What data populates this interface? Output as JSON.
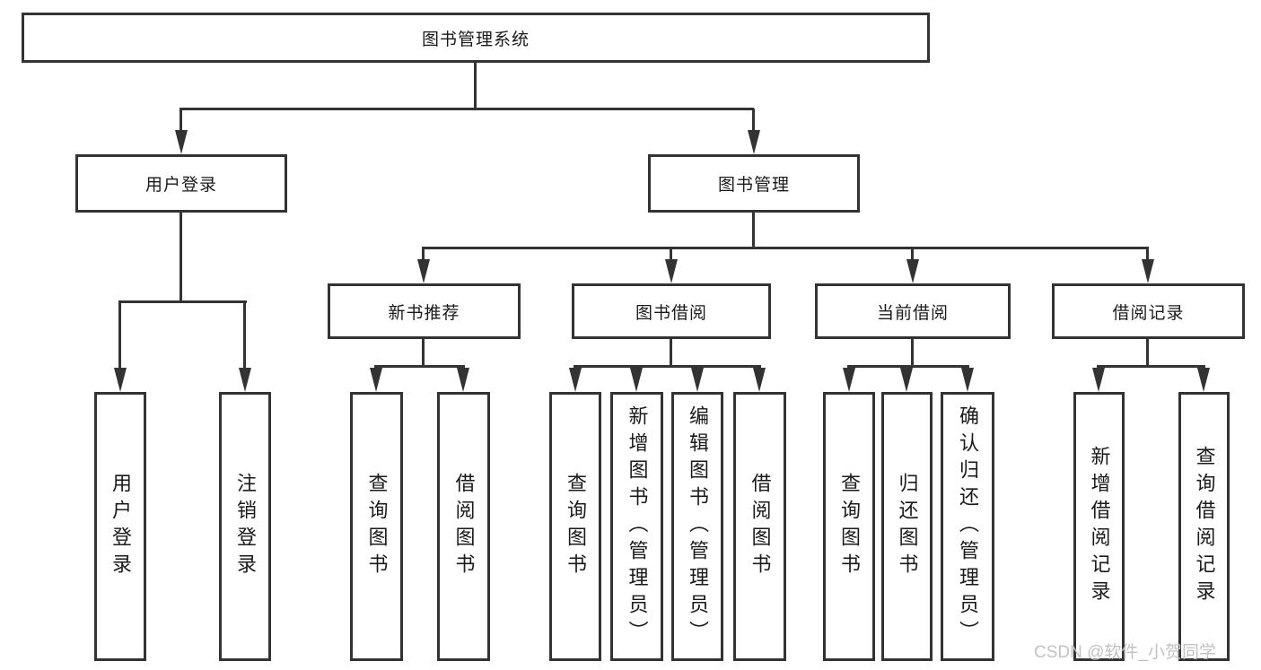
{
  "diagram": {
    "type": "hierarchy-tree",
    "root": {
      "label": "图书管理系统"
    },
    "level2": [
      {
        "label": "用户登录"
      },
      {
        "label": "图书管理"
      }
    ],
    "level3": [
      {
        "label": "新书推荐"
      },
      {
        "label": "图书借阅"
      },
      {
        "label": "当前借阅"
      },
      {
        "label": "借阅记录"
      }
    ],
    "leaves": {
      "user": [
        "用户登录",
        "注销登录"
      ],
      "newbook": [
        "查询图书",
        "借阅图书"
      ],
      "borrow": [
        "查询图书",
        "新增图书（管理员）",
        "编辑图书（管理员）",
        "借阅图书"
      ],
      "current": [
        "查询图书",
        "归还图书",
        "确认归还（管理员）"
      ],
      "record": [
        "新增借阅记录",
        "查询借阅记录"
      ]
    },
    "colors": {
      "line": "#333333",
      "text": "#1a1a1a",
      "background": "#ffffff",
      "watermark": "#c2c2c2"
    }
  },
  "watermark": "CSDN @软件_小贺同学"
}
